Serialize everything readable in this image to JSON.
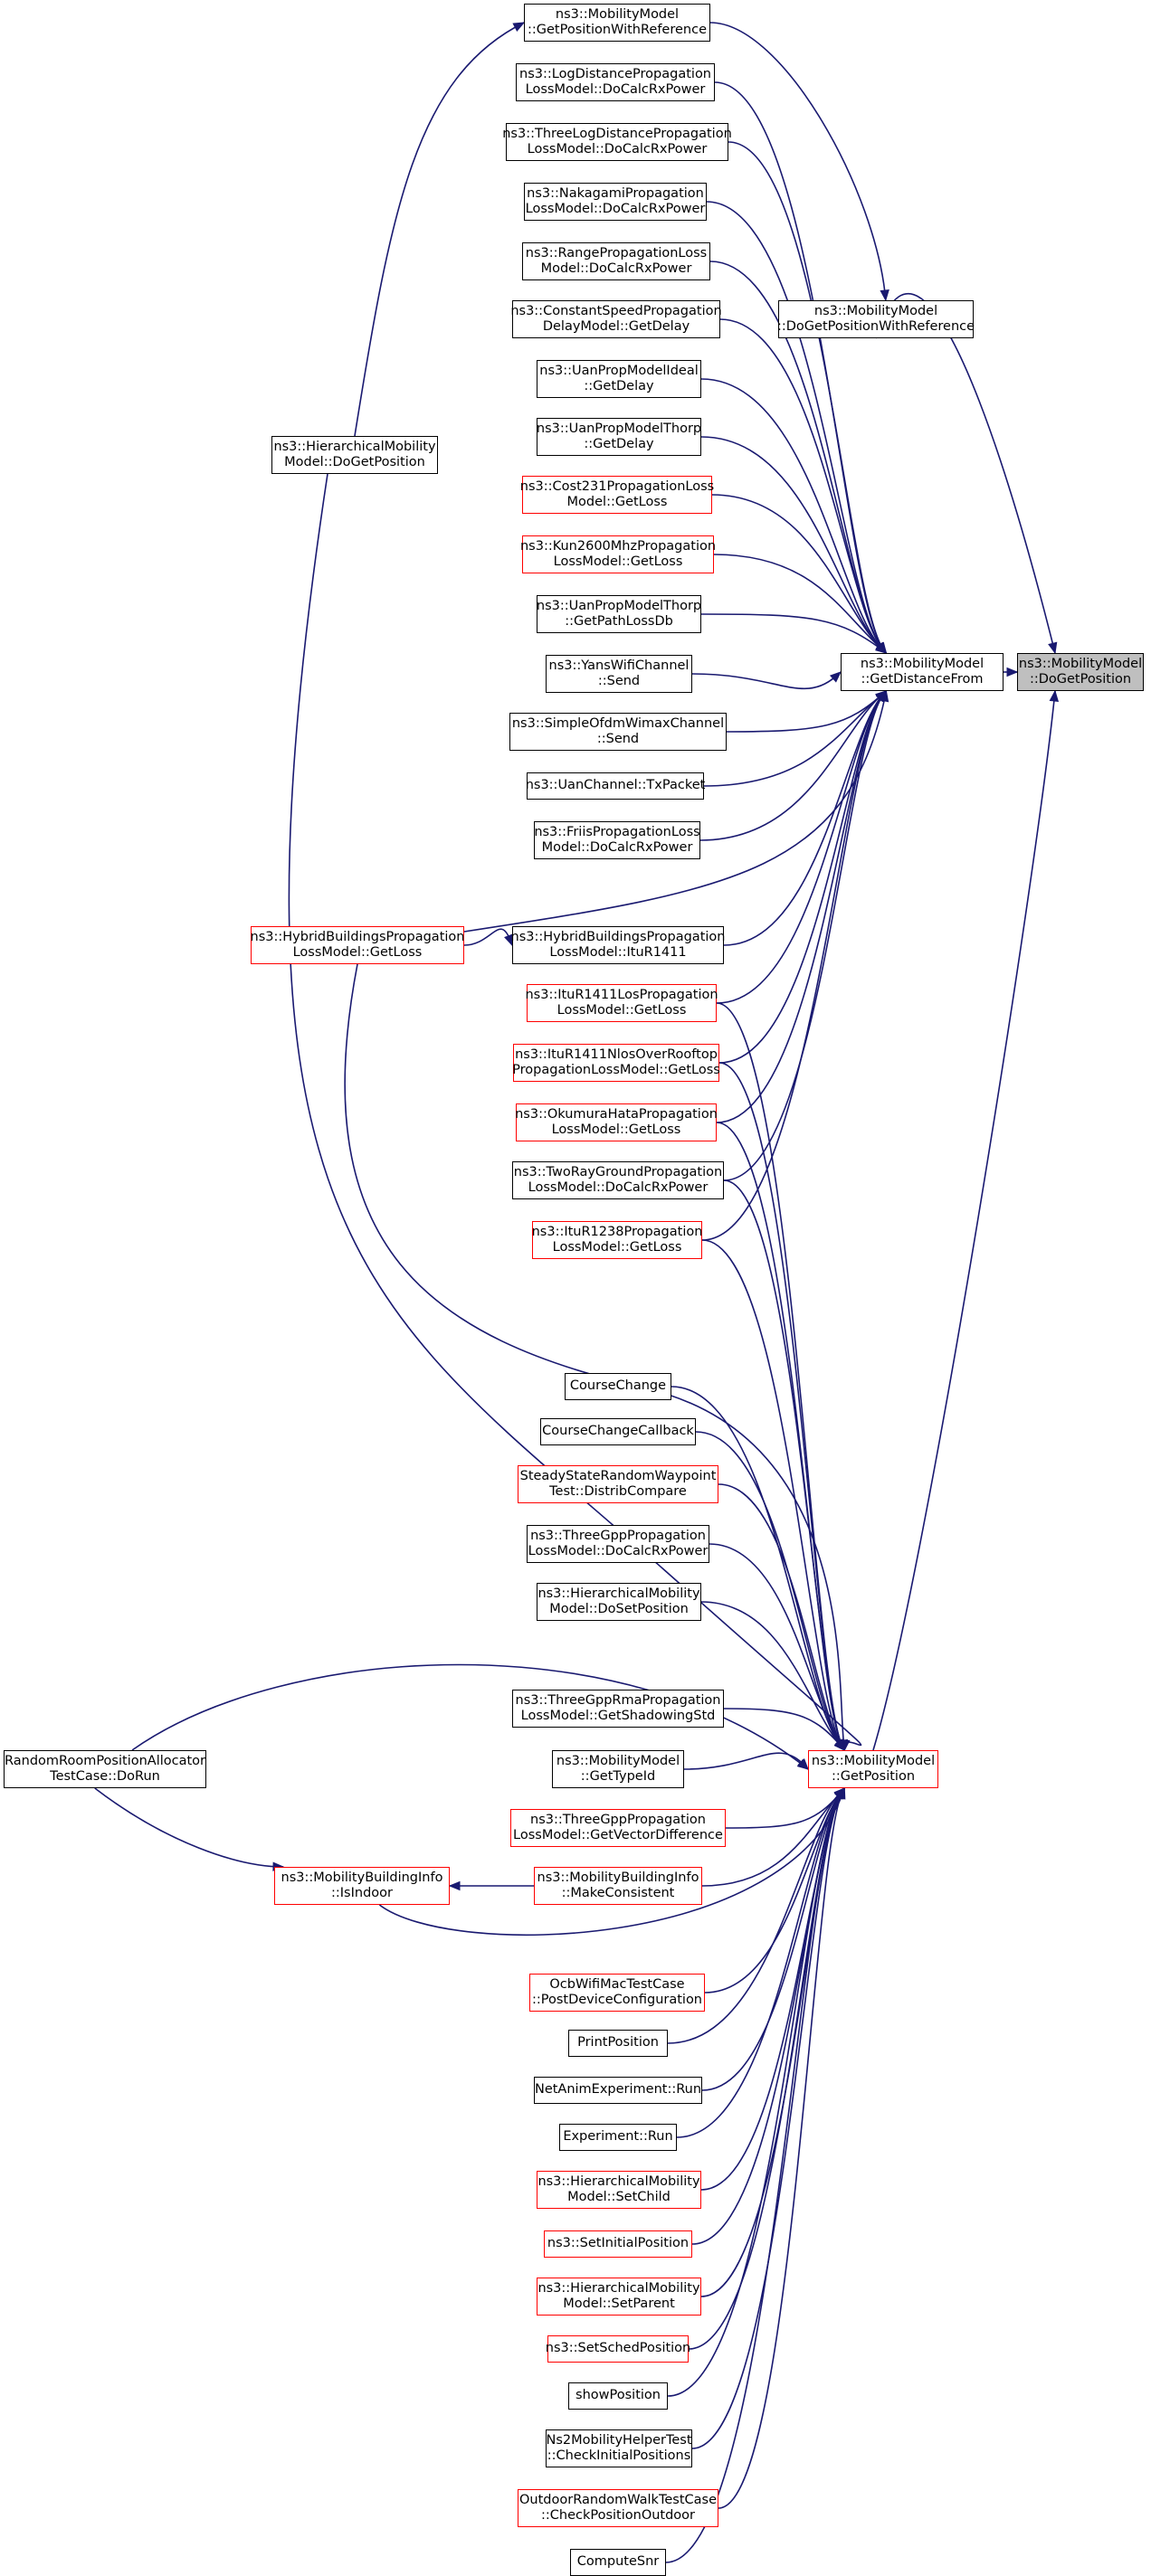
{
  "graph": {
    "edge_color": "#191970",
    "highlight_fill": "#bfbfbf",
    "link_border": "#000000",
    "incomplete_border": "#ff0000",
    "nodes": [
      {
        "id": "target",
        "label": "ns3::MobilityModel\n::DoGetPosition",
        "style": "gray"
      },
      {
        "id": "gpwr",
        "label": "ns3::MobilityModel\n::GetPositionWithReference",
        "style": "black"
      },
      {
        "id": "dgpwr",
        "label": "ns3::MobilityModel\n::DoGetPositionWithReference",
        "style": "black"
      },
      {
        "id": "gdf",
        "label": "ns3::MobilityModel\n::GetDistanceFrom",
        "style": "black"
      },
      {
        "id": "gp",
        "label": "ns3::MobilityModel\n::GetPosition",
        "style": "red"
      },
      {
        "id": "hmdgp",
        "label": "ns3::HierarchicalMobility\nModel::DoGetPosition",
        "style": "black"
      },
      {
        "id": "logd",
        "label": "ns3::LogDistancePropagation\nLossModel::DoCalcRxPower",
        "style": "black"
      },
      {
        "id": "threelogd",
        "label": "ns3::ThreeLogDistancePropagation\nLossModel::DoCalcRxPower",
        "style": "black"
      },
      {
        "id": "naka",
        "label": "ns3::NakagamiPropagation\nLossModel::DoCalcRxPower",
        "style": "black"
      },
      {
        "id": "range",
        "label": "ns3::RangePropagationLoss\nModel::DoCalcRxPower",
        "style": "black"
      },
      {
        "id": "csdelay",
        "label": "ns3::ConstantSpeedPropagation\nDelayModel::GetDelay",
        "style": "black"
      },
      {
        "id": "uanideal",
        "label": "ns3::UanPropModelIdeal\n::GetDelay",
        "style": "black"
      },
      {
        "id": "uanthorpd",
        "label": "ns3::UanPropModelThorp\n::GetDelay",
        "style": "black"
      },
      {
        "id": "cost231",
        "label": "ns3::Cost231PropagationLoss\nModel::GetLoss",
        "style": "red"
      },
      {
        "id": "kun",
        "label": "ns3::Kun2600MhzPropagation\nLossModel::GetLoss",
        "style": "red"
      },
      {
        "id": "uanthorppl",
        "label": "ns3::UanPropModelThorp\n::GetPathLossDb",
        "style": "black"
      },
      {
        "id": "yans",
        "label": "ns3::YansWifiChannel\n::Send",
        "style": "black"
      },
      {
        "id": "ofdm",
        "label": "ns3::SimpleOfdmWimaxChannel\n::Send",
        "style": "black"
      },
      {
        "id": "uanch",
        "label": "ns3::UanChannel::TxPacket",
        "style": "black"
      },
      {
        "id": "friis",
        "label": "ns3::FriisPropagationLoss\nModel::DoCalcRxPower",
        "style": "black"
      },
      {
        "id": "hybrid",
        "label": "ns3::HybridBuildingsPropagation\nLossModel::GetLoss",
        "style": "red"
      },
      {
        "id": "hybriditu",
        "label": "ns3::HybridBuildingsPropagation\nLossModel::ItuR1411",
        "style": "black"
      },
      {
        "id": "itulos",
        "label": "ns3::ItuR1411LosPropagation\nLossModel::GetLoss",
        "style": "red"
      },
      {
        "id": "itunlos",
        "label": "ns3::ItuR1411NlosOverRooftop\nPropagationLossModel::GetLoss",
        "style": "red"
      },
      {
        "id": "okumura",
        "label": "ns3::OkumuraHataPropagation\nLossModel::GetLoss",
        "style": "red"
      },
      {
        "id": "tworay",
        "label": "ns3::TwoRayGroundPropagation\nLossModel::DoCalcRxPower",
        "style": "black"
      },
      {
        "id": "itu1238",
        "label": "ns3::ItuR1238Propagation\nLossModel::GetLoss",
        "style": "red"
      },
      {
        "id": "cc",
        "label": "CourseChange",
        "style": "black"
      },
      {
        "id": "ccb",
        "label": "CourseChangeCallback",
        "style": "black"
      },
      {
        "id": "ssrw",
        "label": "SteadyStateRandomWaypoint\nTest::DistribCompare",
        "style": "red"
      },
      {
        "id": "threegpprx",
        "label": "ns3::ThreeGppPropagation\nLossModel::DoCalcRxPower",
        "style": "black"
      },
      {
        "id": "hmdsp",
        "label": "ns3::HierarchicalMobility\nModel::DoSetPosition",
        "style": "black"
      },
      {
        "id": "rrpa",
        "label": "RandomRoomPositionAllocator\nTestCase::DoRun",
        "style": "black"
      },
      {
        "id": "rma",
        "label": "ns3::ThreeGppRmaPropagation\nLossModel::GetShadowingStd",
        "style": "black"
      },
      {
        "id": "gettypeid",
        "label": "ns3::MobilityModel\n::GetTypeId",
        "style": "black"
      },
      {
        "id": "vecdiff",
        "label": "ns3::ThreeGppPropagation\nLossModel::GetVectorDifference",
        "style": "red"
      },
      {
        "id": "isindoor",
        "label": "ns3::MobilityBuildingInfo\n::IsIndoor",
        "style": "red"
      },
      {
        "id": "makecons",
        "label": "ns3::MobilityBuildingInfo\n::MakeConsistent",
        "style": "red"
      },
      {
        "id": "ocb",
        "label": "OcbWifiMacTestCase\n::PostDeviceConfiguration",
        "style": "red"
      },
      {
        "id": "printpos",
        "label": "PrintPosition",
        "style": "black"
      },
      {
        "id": "netanim",
        "label": "NetAnimExperiment::Run",
        "style": "black"
      },
      {
        "id": "exprun",
        "label": "Experiment::Run",
        "style": "black"
      },
      {
        "id": "setchild",
        "label": "ns3::HierarchicalMobility\nModel::SetChild",
        "style": "red"
      },
      {
        "id": "setinit",
        "label": "ns3::SetInitialPosition",
        "style": "red"
      },
      {
        "id": "setparent",
        "label": "ns3::HierarchicalMobility\nModel::SetParent",
        "style": "red"
      },
      {
        "id": "setsched",
        "label": "ns3::SetSchedPosition",
        "style": "red"
      },
      {
        "id": "showpos",
        "label": "showPosition",
        "style": "black"
      },
      {
        "id": "ns2",
        "label": "Ns2MobilityHelperTest\n::CheckInitialPositions",
        "style": "black"
      },
      {
        "id": "outdoor",
        "label": "OutdoorRandomWalkTestCase\n::CheckPositionOutdoor",
        "style": "red"
      },
      {
        "id": "snr",
        "label": "ComputeSnr",
        "style": "black"
      }
    ],
    "edges": [
      {
        "from": "dgpwr",
        "to": "target"
      },
      {
        "from": "gdf",
        "to": "target"
      },
      {
        "from": "gp",
        "to": "target"
      },
      {
        "from": "gpwr",
        "to": "dgpwr"
      },
      {
        "from": "hmdgp",
        "to": "gpwr"
      },
      {
        "from": "logd",
        "to": "gdf"
      },
      {
        "from": "threelogd",
        "to": "gdf"
      },
      {
        "from": "naka",
        "to": "gdf"
      },
      {
        "from": "range",
        "to": "gdf"
      },
      {
        "from": "csdelay",
        "to": "gdf"
      },
      {
        "from": "uanideal",
        "to": "gdf"
      },
      {
        "from": "uanthorpd",
        "to": "gdf"
      },
      {
        "from": "cost231",
        "to": "gdf"
      },
      {
        "from": "kun",
        "to": "gdf"
      },
      {
        "from": "uanthorppl",
        "to": "gdf"
      },
      {
        "from": "yans",
        "to": "gdf"
      },
      {
        "from": "ofdm",
        "to": "gdf"
      },
      {
        "from": "uanch",
        "to": "gdf"
      },
      {
        "from": "friis",
        "to": "gdf"
      },
      {
        "from": "hybrid",
        "to": "gdf"
      },
      {
        "from": "hybriditu",
        "to": "gdf"
      },
      {
        "from": "itulos",
        "to": "gdf"
      },
      {
        "from": "itunlos",
        "to": "gdf"
      },
      {
        "from": "okumura",
        "to": "gdf"
      },
      {
        "from": "tworay",
        "to": "gdf"
      },
      {
        "from": "itu1238",
        "to": "gdf"
      },
      {
        "from": "hybrid",
        "to": "hybriditu"
      },
      {
        "from": "hmdgp",
        "to": "gp"
      },
      {
        "from": "hybrid",
        "to": "gp"
      },
      {
        "from": "itulos",
        "to": "gp"
      },
      {
        "from": "itunlos",
        "to": "gp"
      },
      {
        "from": "okumura",
        "to": "gp"
      },
      {
        "from": "tworay",
        "to": "gp"
      },
      {
        "from": "itu1238",
        "to": "gp"
      },
      {
        "from": "cc",
        "to": "gp"
      },
      {
        "from": "ccb",
        "to": "gp"
      },
      {
        "from": "ssrw",
        "to": "gp"
      },
      {
        "from": "threegpprx",
        "to": "gp"
      },
      {
        "from": "hmdsp",
        "to": "gp"
      },
      {
        "from": "rrpa",
        "to": "gp"
      },
      {
        "from": "rma",
        "to": "gp"
      },
      {
        "from": "gettypeid",
        "to": "gp"
      },
      {
        "from": "vecdiff",
        "to": "gp"
      },
      {
        "from": "isindoor",
        "to": "gp"
      },
      {
        "from": "makecons",
        "to": "gp"
      },
      {
        "from": "ocb",
        "to": "gp"
      },
      {
        "from": "printpos",
        "to": "gp"
      },
      {
        "from": "netanim",
        "to": "gp"
      },
      {
        "from": "exprun",
        "to": "gp"
      },
      {
        "from": "setchild",
        "to": "gp"
      },
      {
        "from": "setinit",
        "to": "gp"
      },
      {
        "from": "setparent",
        "to": "gp"
      },
      {
        "from": "setsched",
        "to": "gp"
      },
      {
        "from": "showpos",
        "to": "gp"
      },
      {
        "from": "ns2",
        "to": "gp"
      },
      {
        "from": "outdoor",
        "to": "gp"
      },
      {
        "from": "snr",
        "to": "gp"
      },
      {
        "from": "rrpa",
        "to": "isindoor"
      },
      {
        "from": "makecons",
        "to": "isindoor"
      }
    ]
  }
}
